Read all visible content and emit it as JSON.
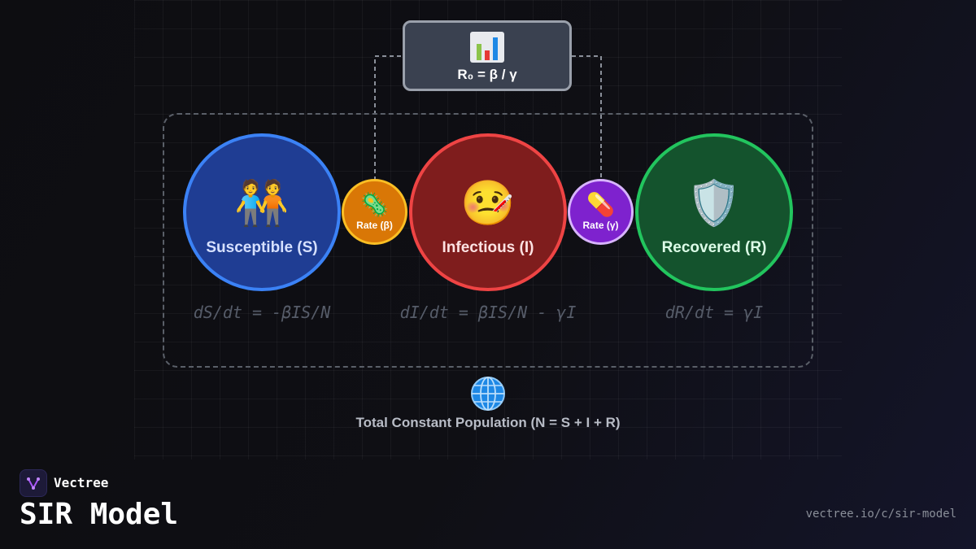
{
  "diagram": {
    "r0_formula": "R₀ = β / γ",
    "r0_icon": "bar-chart-icon",
    "compartments": {
      "susceptible": {
        "label": "Susceptible (S)",
        "emoji": "🧑‍🤝‍🧑",
        "equation": "dS/dt = -βIS/N",
        "color": "#3b82f6"
      },
      "infectious": {
        "label": "Infectious (I)",
        "emoji": "🤒",
        "equation": "dI/dt = βIS/N - γI",
        "color": "#ef4444"
      },
      "recovered": {
        "label": "Recovered (R)",
        "emoji": "🛡️",
        "equation": "dR/dt = γI",
        "color": "#22c55e"
      }
    },
    "rates": {
      "beta": {
        "label": "Rate (β)",
        "emoji": "🦠",
        "color": "#d97706"
      },
      "gamma": {
        "label": "Rate (γ)",
        "emoji": "💊",
        "color": "#7e22ce"
      }
    },
    "population": {
      "label": "Total Constant Population (N = S + I + R)",
      "icon": "globe-icon"
    }
  },
  "footer": {
    "brand": "Vectree",
    "title": "SIR Model",
    "url": "vectree.io/c/sir-model"
  }
}
